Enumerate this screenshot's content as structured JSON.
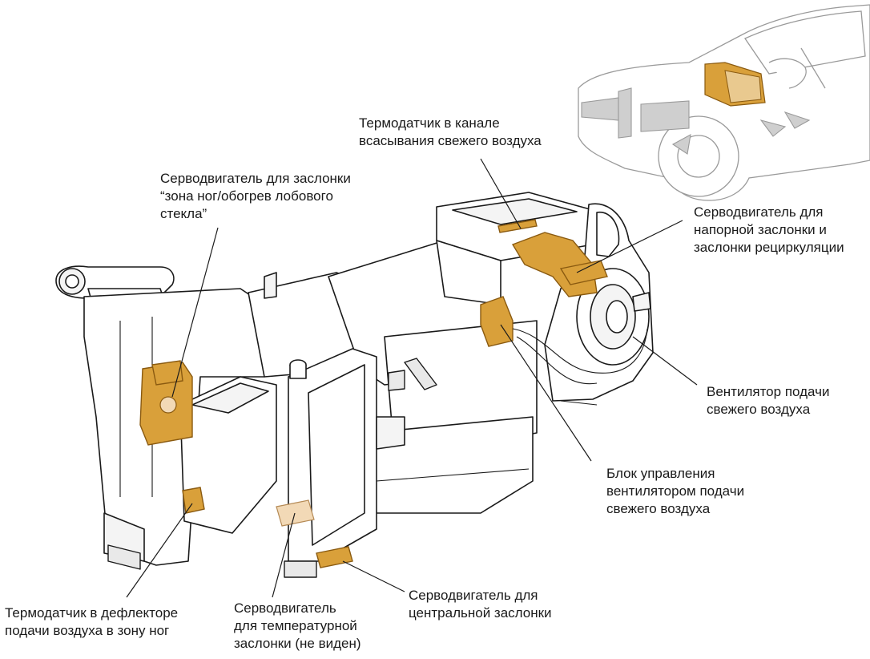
{
  "labels": {
    "intake_sensor": [
      "Термодатчик в канале",
      "всасывания свежего воздуха"
    ],
    "footwell_servo": [
      "Серводвигатель для заслонки",
      "“зона ног/обогрев лобового",
      "стекла”"
    ],
    "pressure_servo": [
      "Серводвигатель для",
      "напорной заслонки и",
      "заслонки рециркуляции"
    ],
    "blower": [
      "Вентилятор подачи",
      "свежего воздуха"
    ],
    "blower_control": [
      "Блок управления",
      "вентилятором подачи",
      "свежего воздуха"
    ],
    "central_servo": [
      "Серводвигатель для",
      "центральной заслонки"
    ],
    "temperature_servo": [
      "Серводвигатель",
      "для температурной",
      "заслонки (не виден)"
    ],
    "footwell_sensor": [
      "Термодатчик в дефлекторе",
      "подачи воздуха в зону ног"
    ]
  },
  "colors": {
    "highlight": "#d9a03a",
    "highlight_light": "#f2d9b6",
    "line": "#1a1a1a",
    "car_outline": "#9a9a9a"
  }
}
